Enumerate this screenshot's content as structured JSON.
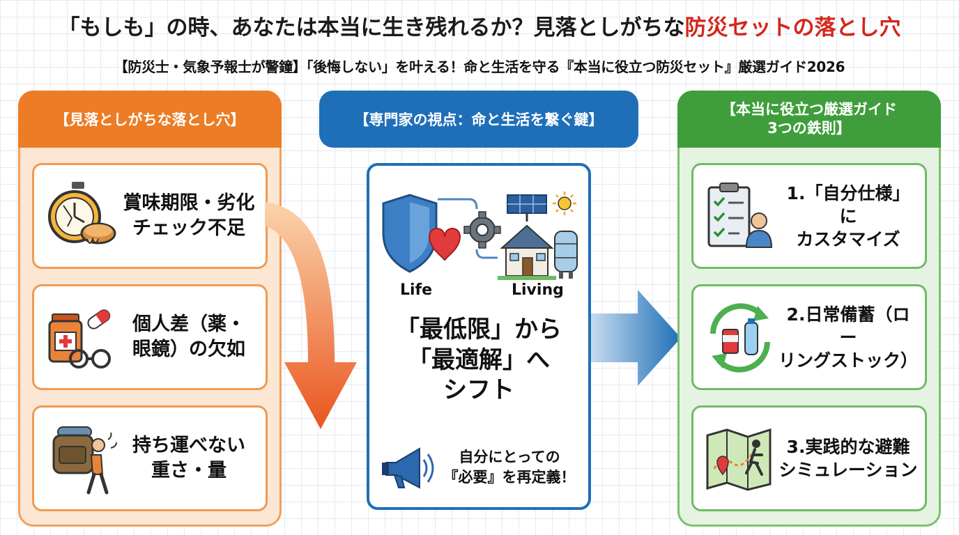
{
  "title": {
    "part1": "「もしも」の時、あなたは本当に生き残れるか？見落としがちな",
    "part2": "防災セットの落とし穴"
  },
  "subtitle": "【防災士・気象予報士が警鐘】「後悔しない」を叶える！命と生活を守る『本当に役立つ防災セット』厳選ガイド2026",
  "left": {
    "header": "【見落としがちな落とし穴】",
    "items": [
      {
        "line1": "賞味期限・劣化",
        "line2": "チェック不足",
        "icon": "stopwatch-food-icon"
      },
      {
        "line1": "個人差（薬・",
        "line2": "眼鏡）の欠如",
        "icon": "medicine-glasses-icon"
      },
      {
        "line1": "持ち運べない",
        "line2": "重さ・量",
        "icon": "heavy-backpack-person-icon"
      }
    ]
  },
  "center": {
    "header": "【専門家の視点：命と生活を繋ぐ鍵】",
    "life_label": "Life",
    "living_label": "Living",
    "main_line1": "「最低限」から",
    "main_line2": "「最適解」へ",
    "main_line3": "シフト",
    "note_line1": "自分にとっての",
    "note_line2": "『必要』を再定義！"
  },
  "right": {
    "header_line1": "【本当に役立つ厳選ガイド",
    "header_line2": "3つの鉄則】",
    "items": [
      {
        "line1": "1.「自分仕様」に",
        "line2": "カスタマイズ",
        "icon": "checklist-person-icon"
      },
      {
        "line1": "2.日常備蓄（ロー",
        "line2": "リングストック）",
        "icon": "rolling-stock-cycle-icon"
      },
      {
        "line1": "3.実践的な避難",
        "line2": "シミュレーション",
        "icon": "evacuation-map-icon"
      }
    ]
  },
  "colors": {
    "orange": "#ec7c25",
    "blue": "#1f6fb8",
    "green": "#3f9e3b",
    "red_highlight": "#d5261c"
  }
}
